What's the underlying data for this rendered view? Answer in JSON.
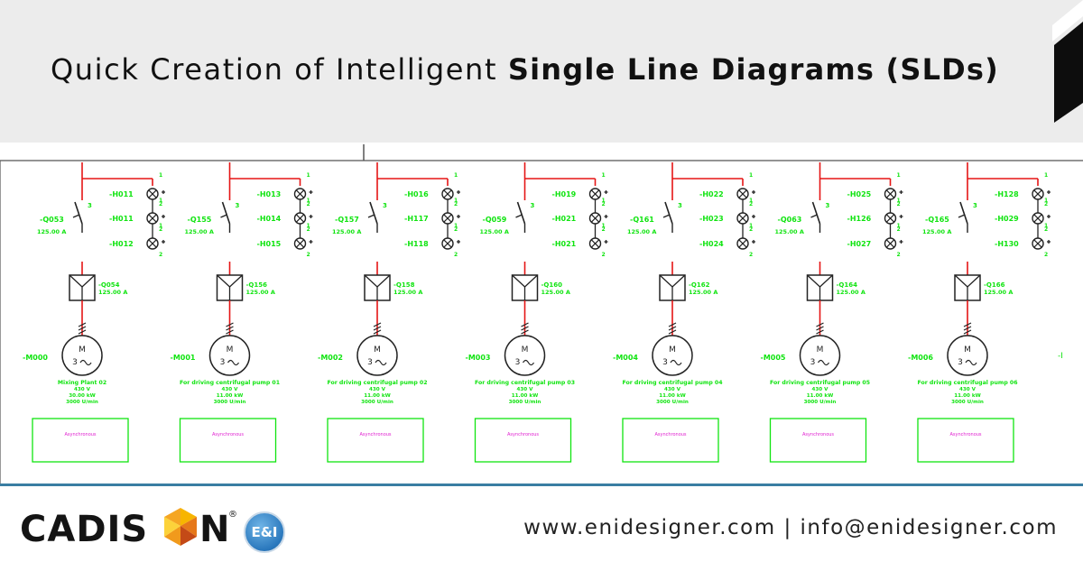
{
  "header": {
    "title_regular": "Quick Creation of Intelligent ",
    "title_bold": "Single Line Diagrams (SLDs)"
  },
  "diagram": {
    "colors": {
      "line": "#e51515",
      "label": "#10e410",
      "dark": "#222222",
      "box": "#10e410",
      "magenta": "#e020d0"
    },
    "columns": [
      {
        "switch": "-Q053",
        "rating": "125.00 A",
        "lamps": [
          "-H011",
          "-H011",
          "-H012"
        ],
        "breaker": "-Q054",
        "breaker_rating": "125.00 A",
        "motor": "-M000",
        "desc": [
          "Mixing Plant 02",
          "430 V",
          "30.00 kW",
          "3000 U/min"
        ],
        "box": "Asynchronous"
      },
      {
        "switch": "-Q155",
        "rating": "125.00 A",
        "lamps": [
          "-H013",
          "-H014",
          "-H015"
        ],
        "breaker": "-Q156",
        "breaker_rating": "125.00 A",
        "motor": "-M001",
        "desc": [
          "For driving centrifugal pump 01",
          "430 V",
          "11.00 kW",
          "3000 U/min"
        ],
        "box": "Asynchronous"
      },
      {
        "switch": "-Q157",
        "rating": "125.00 A",
        "lamps": [
          "-H016",
          "-H117",
          "-H118"
        ],
        "breaker": "-Q158",
        "breaker_rating": "125.00 A",
        "motor": "-M002",
        "desc": [
          "For driving centrifugal pump 02",
          "430 V",
          "11.00 kW",
          "3000 U/min"
        ],
        "box": "Asynchronous"
      },
      {
        "switch": "-Q059",
        "rating": "125.00 A",
        "lamps": [
          "-H019",
          "-H021",
          "-H021"
        ],
        "breaker": "-Q160",
        "breaker_rating": "125.00 A",
        "motor": "-M003",
        "desc": [
          "For driving centrifugal pump 03",
          "430 V",
          "11.00 kW",
          "3000 U/min"
        ],
        "box": "Asynchronous"
      },
      {
        "switch": "-Q161",
        "rating": "125.00 A",
        "lamps": [
          "-H022",
          "-H023",
          "-H024"
        ],
        "breaker": "-Q162",
        "breaker_rating": "125.00 A",
        "motor": "-M004",
        "desc": [
          "For driving centrifugal pump 04",
          "430 V",
          "11.00 kW",
          "3000 U/min"
        ],
        "box": "Asynchronous"
      },
      {
        "switch": "-Q063",
        "rating": "125.00 A",
        "lamps": [
          "-H025",
          "-H126",
          "-H027"
        ],
        "breaker": "-Q164",
        "breaker_rating": "125.00 A",
        "motor": "-M005",
        "desc": [
          "For driving centrifugal pump 05",
          "430 V",
          "11.00 kW",
          "3000 U/min"
        ],
        "box": "Asynchronous"
      },
      {
        "switch": "-Q165",
        "rating": "125.00 A",
        "lamps": [
          "-H128",
          "-H029",
          "-H130"
        ],
        "breaker": "-Q166",
        "breaker_rating": "125.00 A",
        "motor": "-M006",
        "desc": [
          "For driving centrifugal pump 06",
          "430 V",
          "11.00 kW",
          "3000 U/min"
        ],
        "box": "Asynchronous"
      }
    ],
    "terminals": [
      "1",
      "2",
      "1",
      "2",
      "1",
      "2"
    ],
    "motor_letter": "M",
    "motor_phase": "3",
    "switch_pole": "3"
  },
  "footer": {
    "logo_text": "CADIS",
    "logo_text_end": "N",
    "logo_reg": "®",
    "badge": "E&I",
    "contact": "www.enidesigner.com | info@enidesigner.com"
  }
}
